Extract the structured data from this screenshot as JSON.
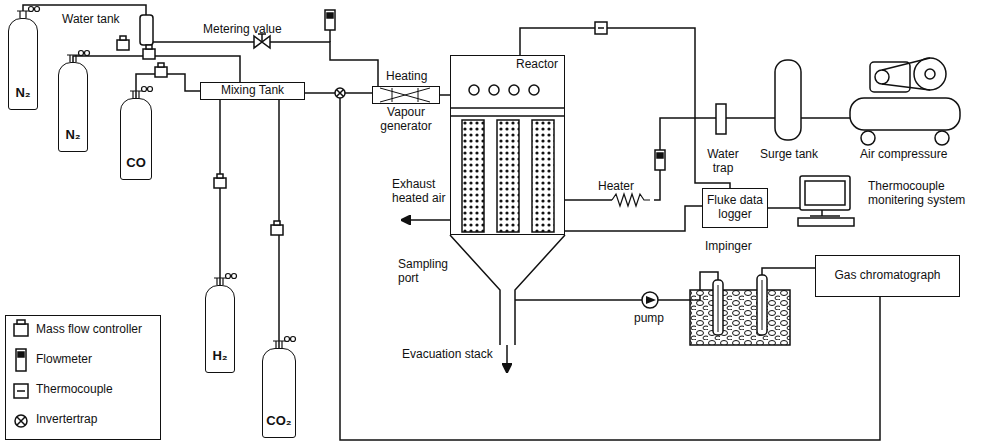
{
  "diagram": {
    "nodes": [
      {
        "text": [
          "N₂"
        ]
      },
      {
        "text": [
          "N₂"
        ]
      },
      {
        "text": [
          "CO"
        ]
      },
      {
        "text": [
          "Mixing Tank"
        ]
      },
      {
        "text": [
          "H₂"
        ]
      },
      {
        "text": [
          "CO₂"
        ]
      },
      {
        "text": [
          "Vapour generator"
        ]
      },
      {
        "text": [
          "Reactor"
        ]
      },
      {
        "text": [
          "Fluke data logger"
        ]
      },
      {
        "text": [
          "Gas chromatograph"
        ]
      }
    ],
    "edges": [
      {
        "from": 1,
        "to": 3,
        "arrow": "none"
      },
      {
        "from": 2,
        "to": 3,
        "arrow": "none"
      },
      {
        "from": 4,
        "to": 3,
        "arrow": "none"
      },
      {
        "from": 5,
        "to": 3,
        "arrow": "none"
      },
      {
        "from": 3,
        "to": 6,
        "arrow": "none"
      },
      {
        "from": 6,
        "to": 7,
        "arrow": "none"
      },
      {
        "from": 7,
        "to": 8,
        "arrow": "none"
      }
    ],
    "labels": [
      "Water tank",
      "Metering value",
      "Heating",
      "Heater",
      "Exhaust heated air",
      "Sampling port",
      "Evacuation stack",
      "pump",
      "Impinger",
      "Water trap",
      "Surge tank",
      "Air compressure",
      "Thermocouple monitering system"
    ],
    "legend": [
      {
        "text": "Mass flow controller"
      },
      {
        "text": "Flowmeter"
      },
      {
        "text": "Thermocouple"
      },
      {
        "text": "Invertertrap"
      }
    ]
  }
}
